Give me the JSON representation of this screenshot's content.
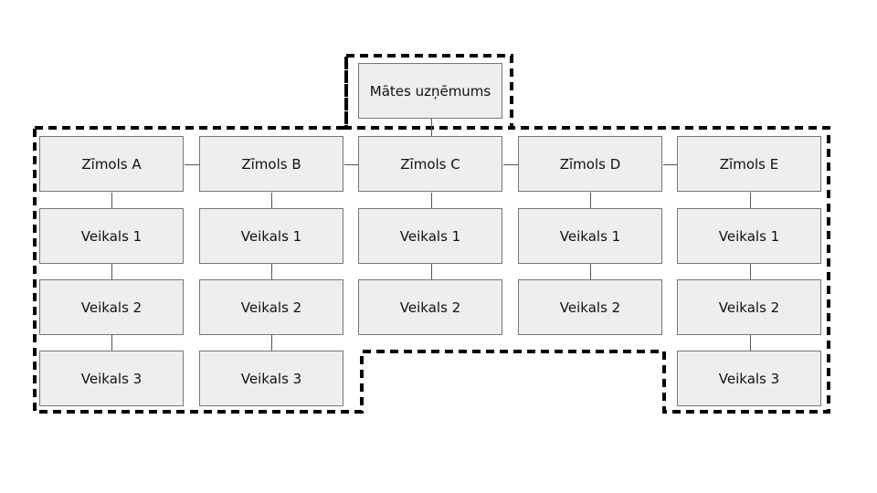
{
  "parent": {
    "label": "Mātes uzņēmums"
  },
  "brands": [
    {
      "label": "Zīmols A",
      "stores": [
        "Veikals 1",
        "Veikals 2",
        "Veikals 3"
      ]
    },
    {
      "label": "Zīmols B",
      "stores": [
        "Veikals 1",
        "Veikals 2",
        "Veikals 3"
      ]
    },
    {
      "label": "Zīmols C",
      "stores": [
        "Veikals 1",
        "Veikals 2"
      ]
    },
    {
      "label": "Zīmols D",
      "stores": [
        "Veikals 1",
        "Veikals 2"
      ]
    },
    {
      "label": "Zīmols E",
      "stores": [
        "Veikals 1",
        "Veikals 2",
        "Veikals 3"
      ]
    }
  ],
  "colors": {
    "box_fill": "#eeeeee",
    "box_border": "#777777",
    "connector": "#555555",
    "dashed_outline": "#000000"
  }
}
